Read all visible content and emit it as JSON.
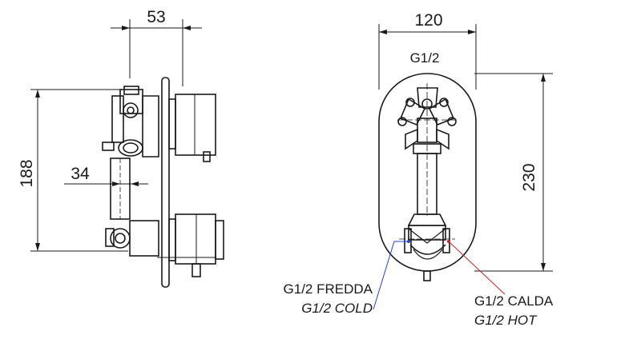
{
  "drawing": {
    "dimensions": {
      "side_width": "53",
      "side_height": "188",
      "side_offset": "34",
      "front_width": "120",
      "front_height": "230"
    },
    "thread_top": "G1/2",
    "cold_label_it": "G1/2 FREDDA",
    "cold_label_en": "G1/2 COLD",
    "hot_label_it": "G1/2 CALDA",
    "hot_label_en": "G1/2 HOT",
    "colors": {
      "line": "#1a1a1a",
      "cold_leader": "#2244cc",
      "hot_leader": "#cc2222"
    }
  }
}
